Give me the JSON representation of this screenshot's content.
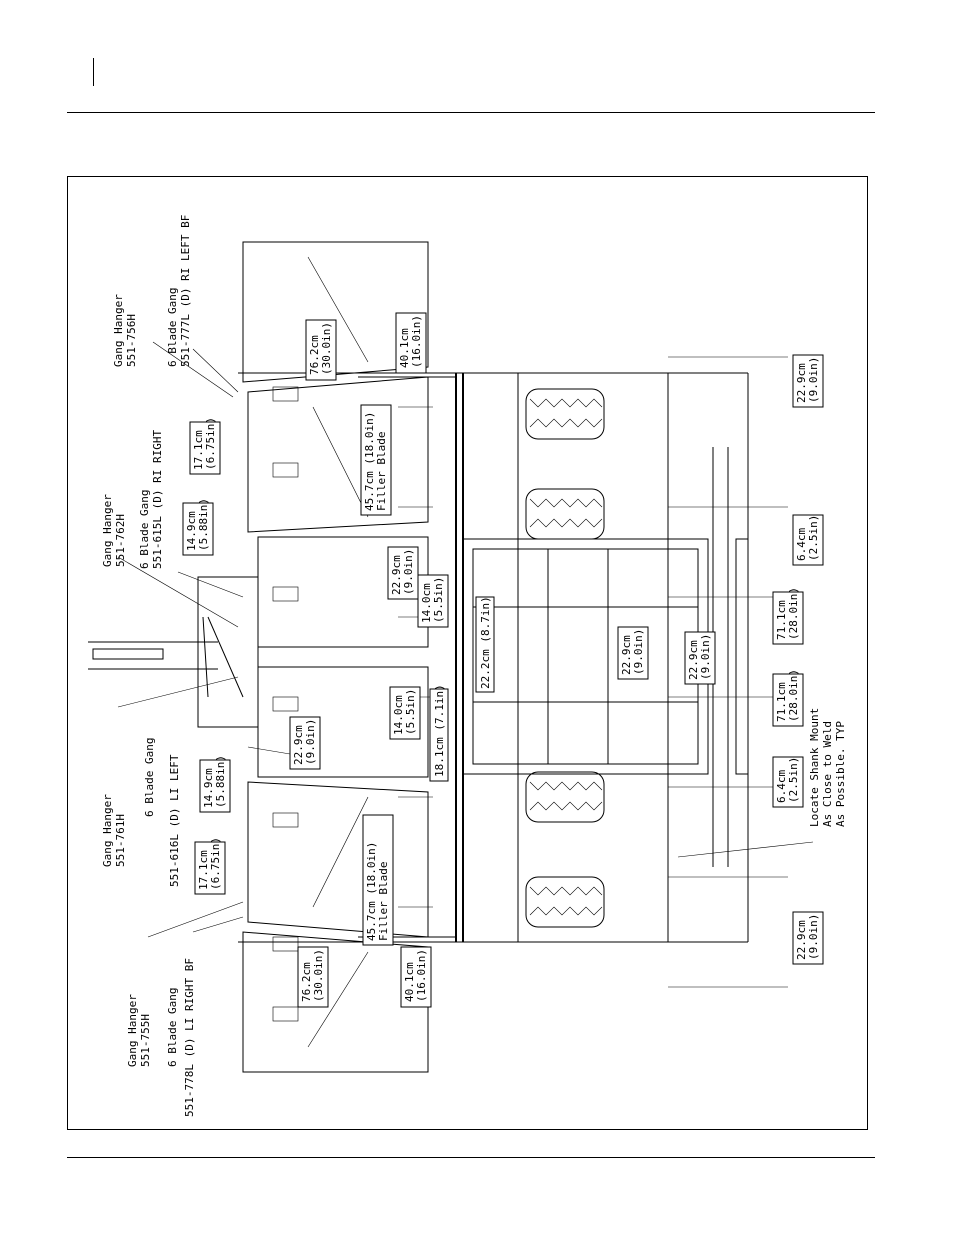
{
  "labels": {
    "gh_756": "Gang Hanger",
    "gh_756_pn": "551-756H",
    "bg_777": "6 Blade Gang",
    "bg_777_pn": "551-777L (D) RI LEFT BF",
    "gh_762": "Gang Hanger",
    "gh_762_pn": "551-762H",
    "bg_615": "6 Blade Gang",
    "bg_615_pn": "551-615L (D) RI RIGHT",
    "gh_761": "Gang Hanger",
    "gh_761_pn": "551-761H",
    "bg_616": "6 Blade Gang",
    "bg_616_pn": "551-616L (D) LI LEFT",
    "gh_755": "Gang Hanger",
    "gh_755_pn": "551-755H",
    "bg_778": "6 Blade Gang",
    "bg_778_pn": "551-778L (D) LI RIGHT BF",
    "filler_top": "Filler Blade",
    "filler_bottom": "Filler Blade",
    "note_line1": "Locate Shank Mount",
    "note_line2": "As Close to Weld",
    "note_line3": "As Possible.  TYP"
  },
  "dims": {
    "d762_top": [
      "76.2cm",
      "(30.0in)"
    ],
    "d401_top": [
      "40.1cm",
      "(16.0in)"
    ],
    "d229_top_right": [
      "22.9cm",
      "(9.0in)"
    ],
    "d171_top": [
      "17.1cm",
      "(6.75in)"
    ],
    "d457_top": [
      "45.7cm  (18.0in)"
    ],
    "d149_top": [
      "14.9cm",
      "(5.88in)"
    ],
    "d229_c1": [
      "22.9cm",
      "(9.0in)"
    ],
    "d140_a": [
      "14.0cm",
      "(5.5in)"
    ],
    "d64_top": [
      "6.4cm",
      "(2.5in)"
    ],
    "d222": [
      "22.2cm (8.7in)"
    ],
    "d229_c2": [
      "22.9cm",
      "(9.0in)"
    ],
    "d229_c3": [
      "22.9cm",
      "(9.0in)"
    ],
    "d711_a": [
      "71.1cm",
      "(28.0in)"
    ],
    "d711_b": [
      "71.1cm",
      "(28.0in)"
    ],
    "d140_b": [
      "14.0cm",
      "(5.5in)"
    ],
    "d181": [
      "18.1cm (7.1in)"
    ],
    "d229_c4": [
      "22.9cm",
      "(9.0in)"
    ],
    "d149_bot": [
      "14.9cm",
      "(5.88in)"
    ],
    "d64_bot": [
      "6.4cm",
      "(2.5in)"
    ],
    "d171_bot": [
      "17.1cm",
      "(6.75in)"
    ],
    "d457_bot": [
      "45.7cm  (18.0in)"
    ],
    "d762_bot": [
      "76.2cm",
      "(30.0in)"
    ],
    "d401_bot": [
      "40.1cm",
      "(16.0in)"
    ],
    "d229_bot_right": [
      "22.9cm",
      "(9.0in)"
    ]
  }
}
